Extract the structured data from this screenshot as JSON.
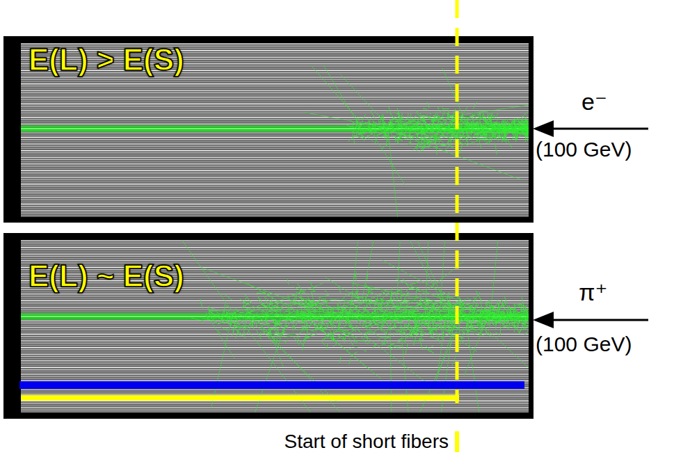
{
  "diagram": {
    "nodes": [
      {
        "text": [
          "E(L) > E(S)"
        ]
      },
      {
        "text": [
          "E(L) ~ E(S)"
        ]
      }
    ],
    "labels": [
      "e⁻",
      "(100 GeV)",
      "π⁺",
      "(100 GeV)",
      "Start of short fibers"
    ]
  }
}
